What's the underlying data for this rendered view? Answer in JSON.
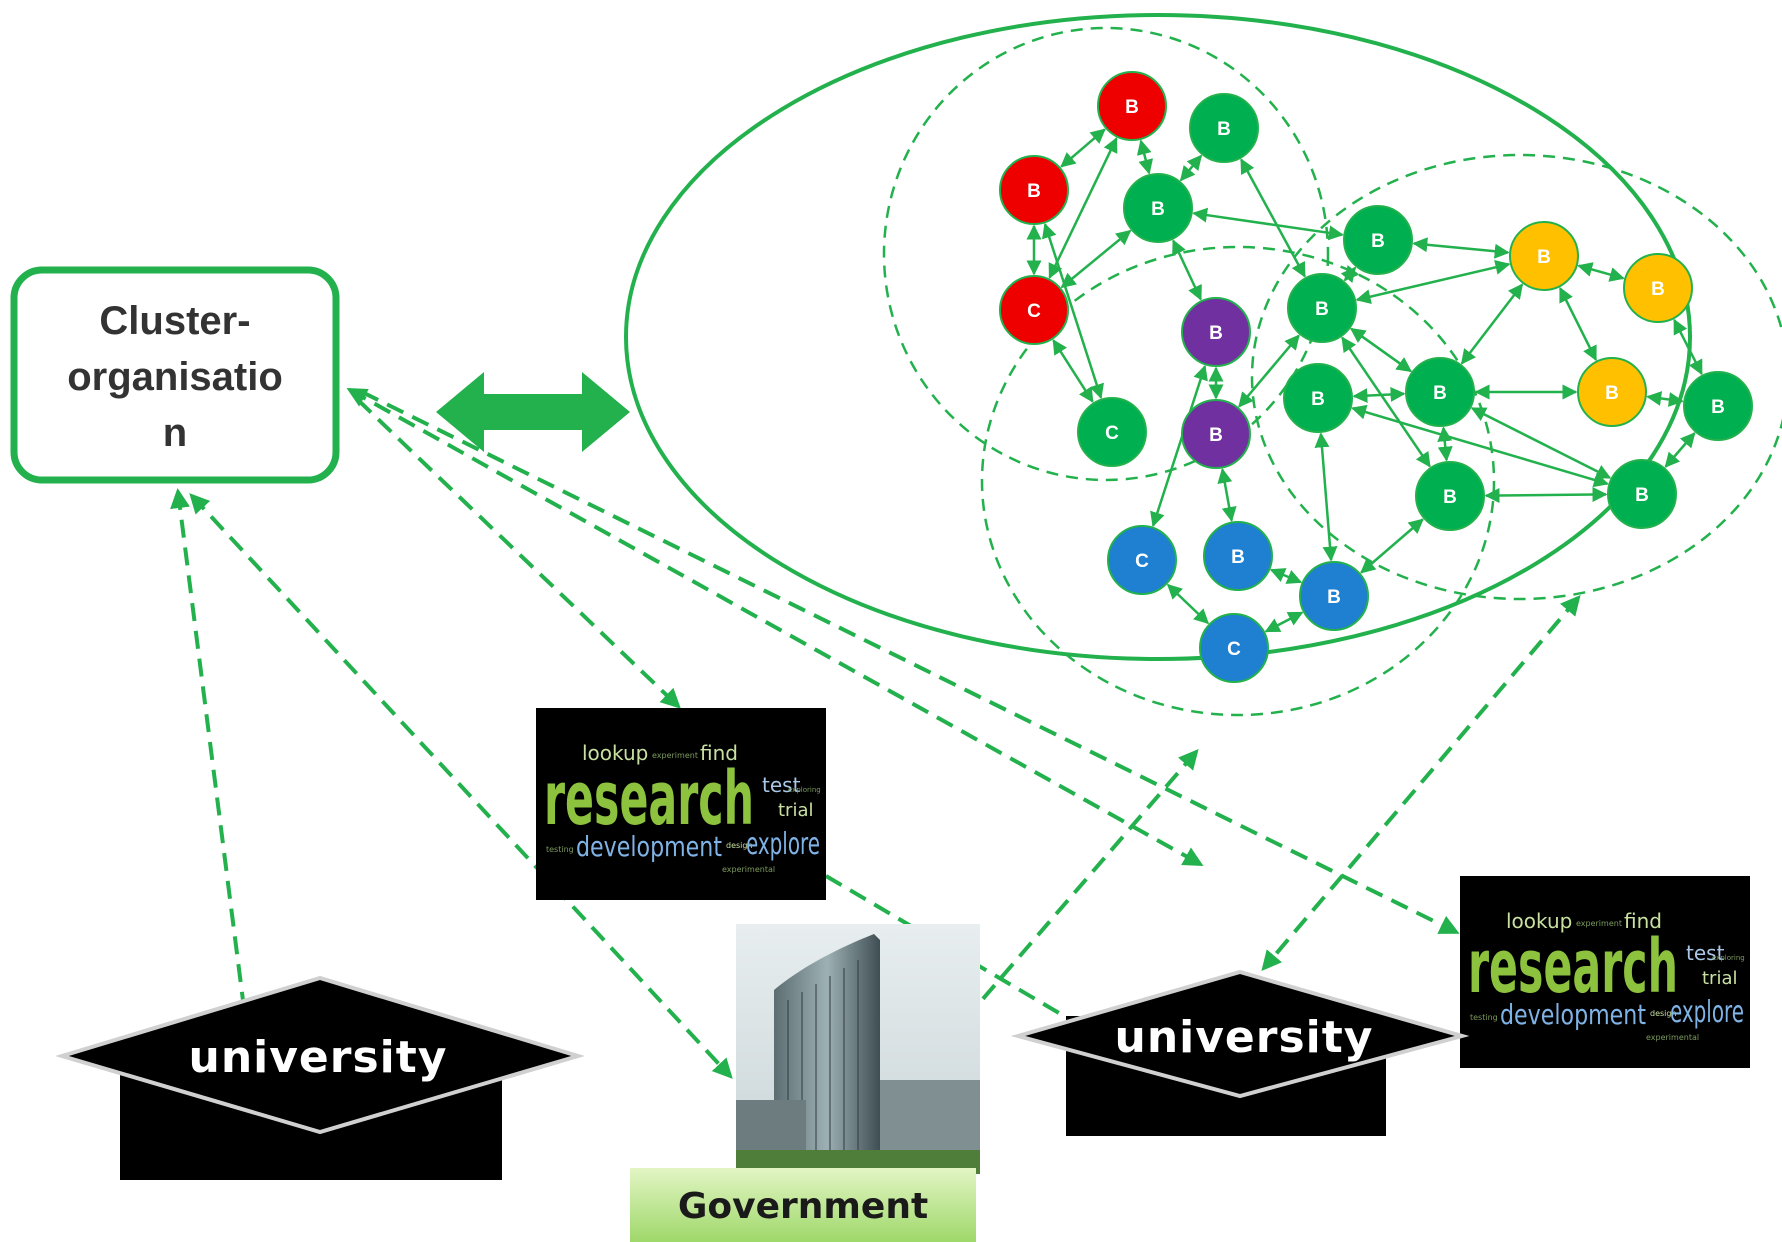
{
  "cluster_org": {
    "line1": "Cluster-",
    "line2": "organisatio",
    "line3": "n"
  },
  "nodes": [
    {
      "id": "r1",
      "label": "B",
      "color": "#ee0000"
    },
    {
      "id": "r2",
      "label": "B",
      "color": "#ee0000"
    },
    {
      "id": "r3",
      "label": "C",
      "color": "#ee0000"
    },
    {
      "id": "g1",
      "label": "B",
      "color": "#00b050"
    },
    {
      "id": "g2",
      "label": "B",
      "color": "#00b050"
    },
    {
      "id": "g3",
      "label": "B",
      "color": "#00b050"
    },
    {
      "id": "g4",
      "label": "C",
      "color": "#00b050"
    },
    {
      "id": "g5",
      "label": "B",
      "color": "#00b050"
    },
    {
      "id": "g6",
      "label": "B",
      "color": "#00b050"
    },
    {
      "id": "g7",
      "label": "B",
      "color": "#00b050"
    },
    {
      "id": "g8",
      "label": "B",
      "color": "#00b050"
    },
    {
      "id": "g9",
      "label": "B",
      "color": "#00b050"
    },
    {
      "id": "g10",
      "label": "B",
      "color": "#00b050"
    },
    {
      "id": "p1",
      "label": "B",
      "color": "#7030a0"
    },
    {
      "id": "p2",
      "label": "B",
      "color": "#7030a0"
    },
    {
      "id": "bl1",
      "label": "C",
      "color": "#1f7fd0"
    },
    {
      "id": "bl2",
      "label": "B",
      "color": "#1f7fd0"
    },
    {
      "id": "bl3",
      "label": "B",
      "color": "#1f7fd0"
    },
    {
      "id": "bl4",
      "label": "C",
      "color": "#1f7fd0"
    },
    {
      "id": "y1",
      "label": "B",
      "color": "#ffc000"
    },
    {
      "id": "y2",
      "label": "B",
      "color": "#ffc000"
    },
    {
      "id": "y3",
      "label": "B",
      "color": "#ffc000"
    },
    {
      "id": "g11",
      "label": "B",
      "color": "#00b050"
    }
  ],
  "edges": [
    [
      "r1",
      "r2"
    ],
    [
      "r2",
      "r3"
    ],
    [
      "r1",
      "g2"
    ],
    [
      "r1",
      "r3"
    ],
    [
      "r2",
      "g4"
    ],
    [
      "g2",
      "r3"
    ],
    [
      "g1",
      "g2"
    ],
    [
      "g1",
      "g5"
    ],
    [
      "g2",
      "g3"
    ],
    [
      "g2",
      "p1"
    ],
    [
      "g3",
      "g5"
    ],
    [
      "g3",
      "y1"
    ],
    [
      "g5",
      "y1"
    ],
    [
      "g5",
      "g6"
    ],
    [
      "g5",
      "p2"
    ],
    [
      "g7",
      "g6"
    ],
    [
      "g6",
      "y1"
    ],
    [
      "g6",
      "y3"
    ],
    [
      "g6",
      "g8"
    ],
    [
      "g6",
      "g10"
    ],
    [
      "g6",
      "g5"
    ],
    [
      "y1",
      "y2"
    ],
    [
      "y1",
      "y3"
    ],
    [
      "y2",
      "g11"
    ],
    [
      "y3",
      "g11"
    ],
    [
      "g11",
      "g9"
    ],
    [
      "g8",
      "g9"
    ],
    [
      "g8",
      "bl3"
    ],
    [
      "g7",
      "bl3"
    ],
    [
      "g7",
      "g10"
    ],
    [
      "p1",
      "p2"
    ],
    [
      "p1",
      "bl1"
    ],
    [
      "p2",
      "bl2"
    ],
    [
      "bl2",
      "bl3"
    ],
    [
      "bl3",
      "bl4"
    ],
    [
      "bl1",
      "bl4"
    ],
    [
      "r3",
      "g4"
    ],
    [
      "g5",
      "g8"
    ]
  ],
  "university_left": {
    "label": "university"
  },
  "university_right": {
    "label": "university"
  },
  "government": {
    "label": "Government"
  },
  "word_cloud": {
    "main": "research",
    "words": [
      "lookup",
      "experiment",
      "find",
      "development",
      "explore",
      "test",
      "trial",
      "exploring",
      "design",
      "testing",
      "experimental"
    ]
  }
}
